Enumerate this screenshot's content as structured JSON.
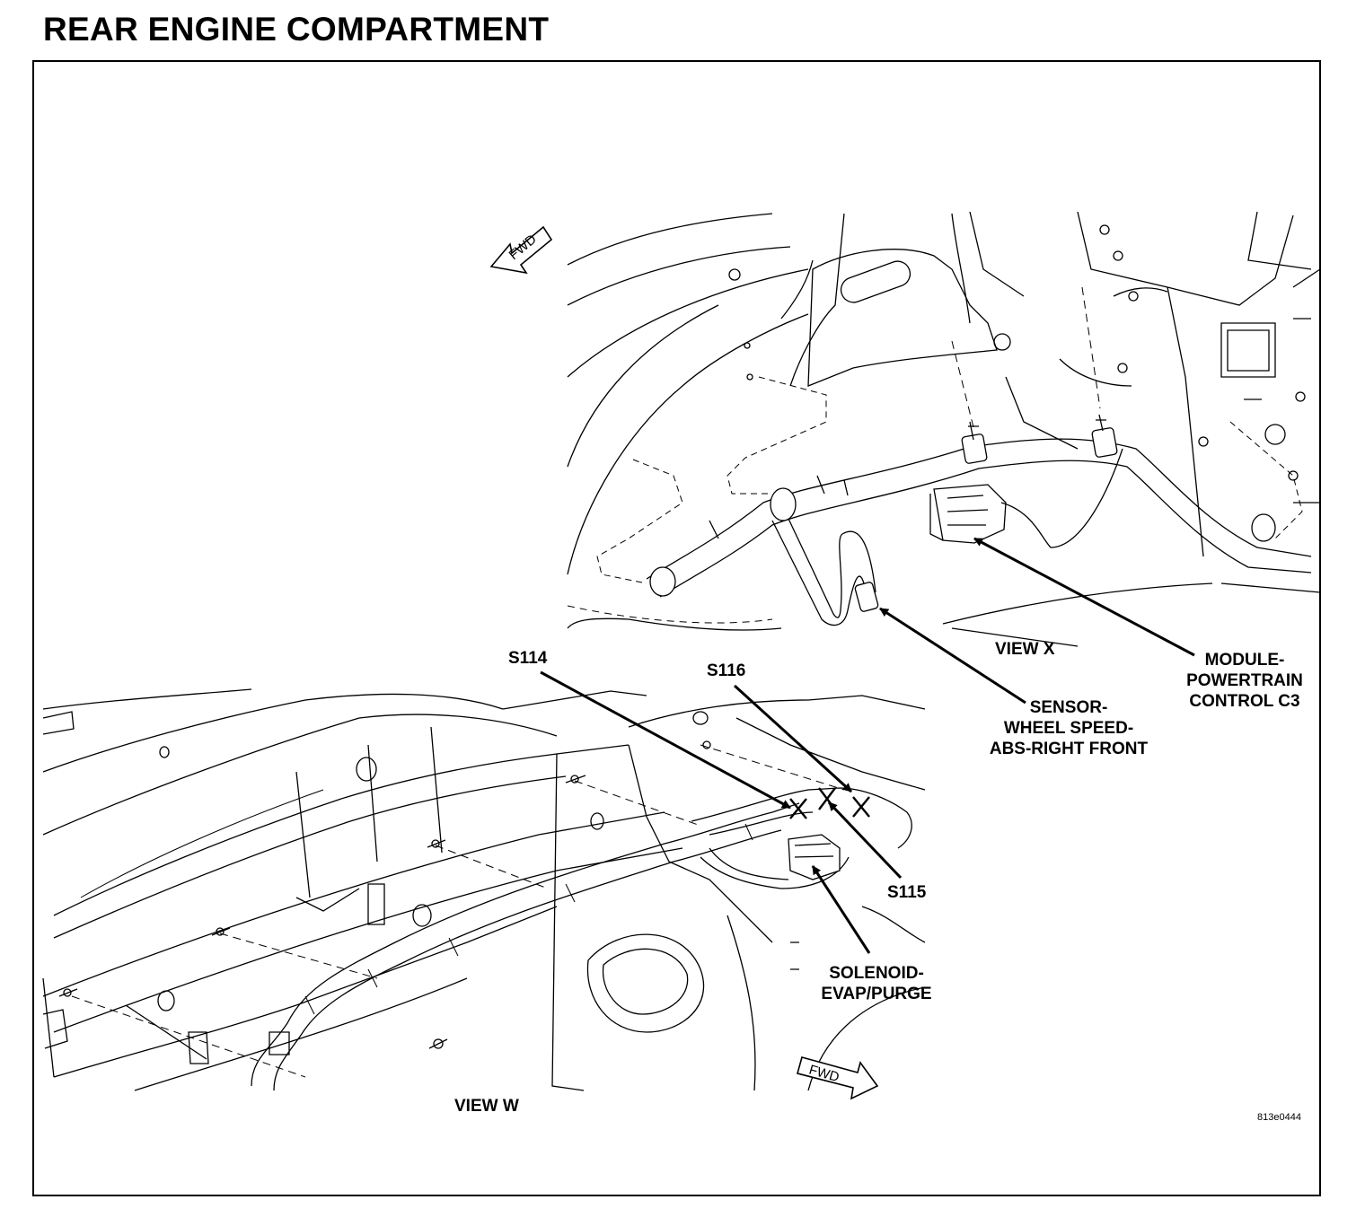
{
  "title": "REAR ENGINE COMPARTMENT",
  "views": {
    "x": "VIEW X",
    "w": "VIEW W"
  },
  "fwd_indicators": [
    "FWD",
    "FWD"
  ],
  "callouts": {
    "s114": "S114",
    "s115": "S115",
    "s116": "S116",
    "solenoid": [
      "SOLENOID-",
      "EVAP/PURGE"
    ],
    "sensor": [
      "SENSOR-",
      "WHEEL SPEED-",
      "ABS-RIGHT FRONT"
    ],
    "module": [
      "MODULE-",
      "POWERTRAIN",
      "CONTROL C3"
    ]
  },
  "figure_code": "813e0444"
}
